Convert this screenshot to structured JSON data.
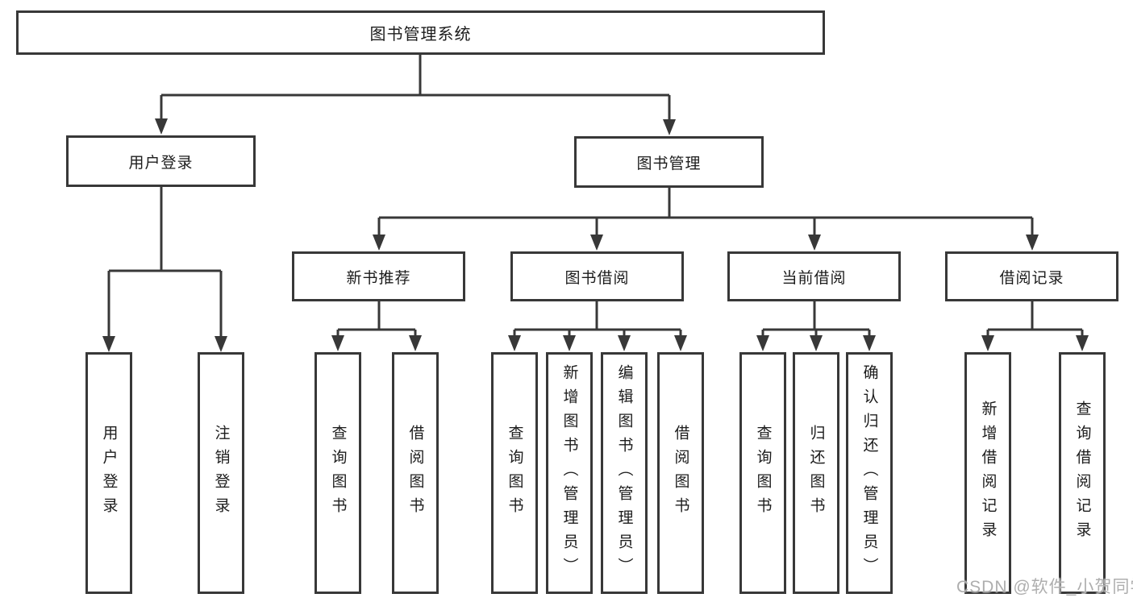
{
  "root_label": "图书管理系统",
  "level1": [
    {
      "label": "用户登录"
    },
    {
      "label": "图书管理"
    }
  ],
  "level2": [
    {
      "label": "新书推荐"
    },
    {
      "label": "图书借阅"
    },
    {
      "label": "当前借阅"
    },
    {
      "label": "借阅记录"
    }
  ],
  "leaves": [
    {
      "label": "用户登录"
    },
    {
      "label": "注销登录"
    },
    {
      "label": "查询图书"
    },
    {
      "label": "借阅图书"
    },
    {
      "label": "查询图书"
    },
    {
      "label": "新增图书（管理员）"
    },
    {
      "label": "编辑图书（管理员）"
    },
    {
      "label": "借阅图书"
    },
    {
      "label": "查询图书"
    },
    {
      "label": "归还图书"
    },
    {
      "label": "确认归还（管理员）"
    },
    {
      "label": "新增借阅记录"
    },
    {
      "label": "查询借阅记录"
    }
  ],
  "watermark": "CSDN @软件_小贺同学",
  "colors": {
    "line": "#383838",
    "box_border": "#383838",
    "text": "#1c1c1c",
    "watermark": "#aeaeae",
    "background": "#ffffff"
  }
}
